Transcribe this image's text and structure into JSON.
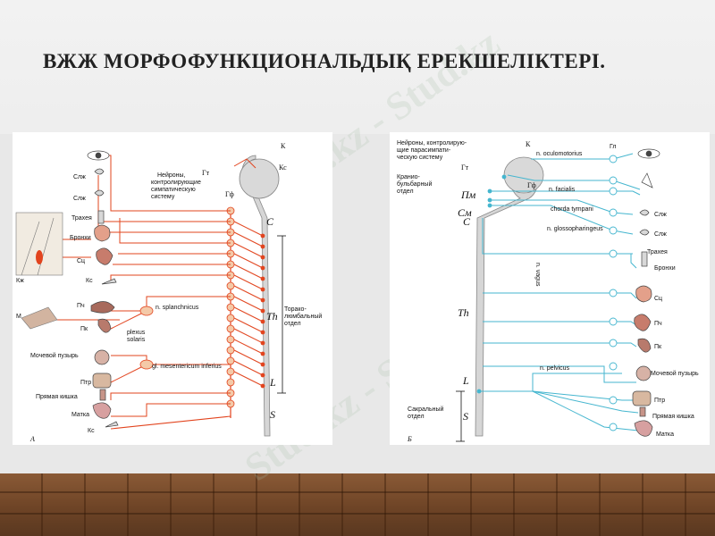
{
  "slide": {
    "title": "ВЖЖ  МОРФОФУНКЦИОНАЛЬДЫҚ ЕРЕКШЕЛІКТЕРІ."
  },
  "watermark": "Stud.kz - Stud.kz",
  "colors": {
    "sympathetic": "#e2441e",
    "parasympathetic": "#45b6cf",
    "ink": "#111111"
  },
  "panel_a": {
    "letter": "A",
    "header": [
      "Нейроны,",
      "контролирующие",
      "симпатическую",
      "систему"
    ],
    "center_labels": {
      "gt": "Гт",
      "gf": "Гф",
      "k": "К",
      "ks": "Кс"
    },
    "segments": [
      "C",
      "Th",
      "L",
      "S"
    ],
    "side_note": [
      "Торако-",
      "люмбальный",
      "отдел"
    ],
    "plexus": [
      "n. splanchnicus",
      "plexus",
      "solaris",
      "gl. mesentericum inferius"
    ],
    "organs": [
      "Слж",
      "Слж",
      "Трахея",
      "Бронхи",
      "Сц",
      "Кс",
      "Пч",
      "Пк",
      "Мочевой пузырь",
      "Птр",
      "Прямая кишка",
      "Матка",
      "Кс"
    ],
    "left_labels": [
      "Кж",
      "М"
    ]
  },
  "panel_b": {
    "letter": "Б",
    "header": [
      "Нейроны, контролирую-",
      "щие парасимпати-",
      "ческую систему"
    ],
    "center_labels": {
      "k": "К",
      "gt": "Гт",
      "gf": "Гф",
      "pm": "Пм",
      "sm": "См"
    },
    "cranial": [
      "Кранио-",
      "бульбарный",
      "отдел"
    ],
    "sacral": [
      "Сакральный",
      "отдел"
    ],
    "segments": [
      "C",
      "Th",
      "L",
      "S"
    ],
    "nerves": [
      "n. oculomotorius",
      "n. facialis",
      "chorda tympani",
      "n. glossopharingeus",
      "n. vagus",
      "n. pelvicus"
    ],
    "organs": [
      "Гл",
      "Слж",
      "Слж",
      "Трахея",
      "Бронхи",
      "Сц",
      "Пч",
      "Пк",
      "Мочевой пузырь",
      "Птр",
      "Прямая кишка",
      "Матка"
    ]
  }
}
